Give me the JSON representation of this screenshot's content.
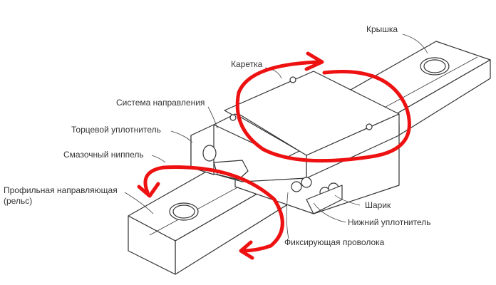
{
  "labels": {
    "cover": "Крышка",
    "carriage": "Каретка",
    "guide_system": "Система направления",
    "end_seal": "Торцевой уплотнитель",
    "grease_nipple": "Смазочный ниппель",
    "rail_line1": "Профильная направляющая",
    "rail_line2": "(рельс)",
    "ball": "Шарик",
    "bottom_seal": "Нижний уплотнитель",
    "retaining_wire": "Фиксирующая проволока"
  },
  "colors": {
    "annotation": "#ee1111",
    "line": "#333333"
  }
}
